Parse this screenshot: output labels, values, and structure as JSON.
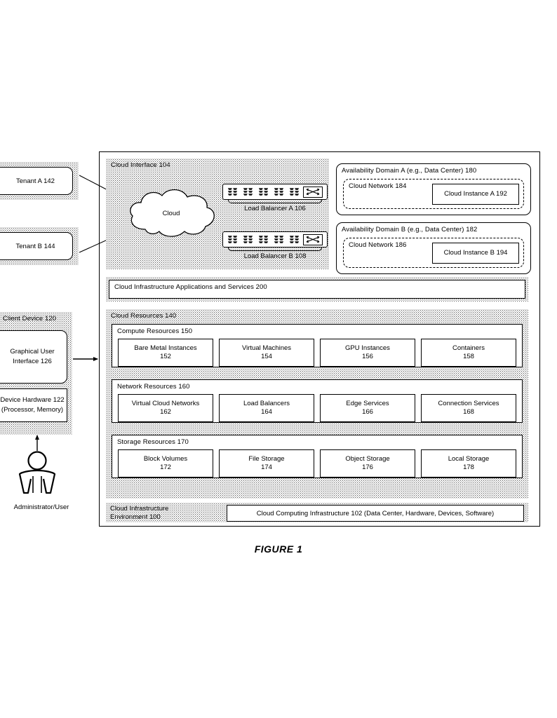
{
  "figure": {
    "caption": "FIGURE 1"
  },
  "environment": {
    "label_line1": "Cloud Infrastructure",
    "label_line2": "Environment 100",
    "infrastructure_box": "Cloud Computing Infrastructure 102 (Data Center, Hardware, Devices, Software)"
  },
  "cloud_interface": {
    "title": "Cloud Interface 104",
    "cloud_label": "Cloud",
    "load_balancers": [
      {
        "caption": "Load Balancer A 106",
        "icon": "network-switch-icon",
        "badge_icon": "crossover-switch-icon",
        "port_groups": 5
      },
      {
        "caption": "Load Balancer B 108",
        "icon": "network-switch-icon",
        "badge_icon": "crossover-switch-icon",
        "port_groups": 5
      }
    ]
  },
  "availability_domains": [
    {
      "title": "Availability Domain A (e.g., Data Center) 180",
      "network": "Cloud Network 184",
      "instance": "Cloud Instance A 192"
    },
    {
      "title": "Availability Domain B (e.g., Data Center) 182",
      "network": "Cloud Network 186",
      "instance": "Cloud Instance B 194"
    }
  ],
  "apps_services": {
    "title": "Cloud Infrastructure Applications and Services 200"
  },
  "cloud_resources": {
    "title": "Cloud Resources 140",
    "groups": [
      {
        "title": "Compute Resources 150",
        "cells": [
          {
            "name": "Bare Metal Instances",
            "ref": "152"
          },
          {
            "name": "Virtual Machines",
            "ref": "154"
          },
          {
            "name": "GPU Instances",
            "ref": "156"
          },
          {
            "name": "Containers",
            "ref": "158"
          }
        ]
      },
      {
        "title": "Network Resources 160",
        "cells": [
          {
            "name": "Virtual Cloud Networks",
            "ref": "162"
          },
          {
            "name": "Load Balancers",
            "ref": "164"
          },
          {
            "name": "Edge Services",
            "ref": "166"
          },
          {
            "name": "Connection Services",
            "ref": "168"
          }
        ]
      },
      {
        "title": "Storage Resources 170",
        "cells": [
          {
            "name": "Block Volumes",
            "ref": "172"
          },
          {
            "name": "File Storage",
            "ref": "174"
          },
          {
            "name": "Object Storage",
            "ref": "176"
          },
          {
            "name": "Local Storage",
            "ref": "178"
          }
        ]
      }
    ]
  },
  "tenants": [
    {
      "label": "Tenant A 142"
    },
    {
      "label": "Tenant B 144"
    }
  ],
  "client_device": {
    "title": "Client Device 120",
    "gui_line1": "Graphical User",
    "gui_line2": "Interface 126",
    "hw_line1": "Device Hardware 122",
    "hw_line2": "(Processor, Memory)"
  },
  "actor": {
    "caption": "Administrator/User",
    "icon": "person-icon"
  },
  "colors": {
    "line": "#000000",
    "stipple": "#595959",
    "background": "#ffffff"
  }
}
